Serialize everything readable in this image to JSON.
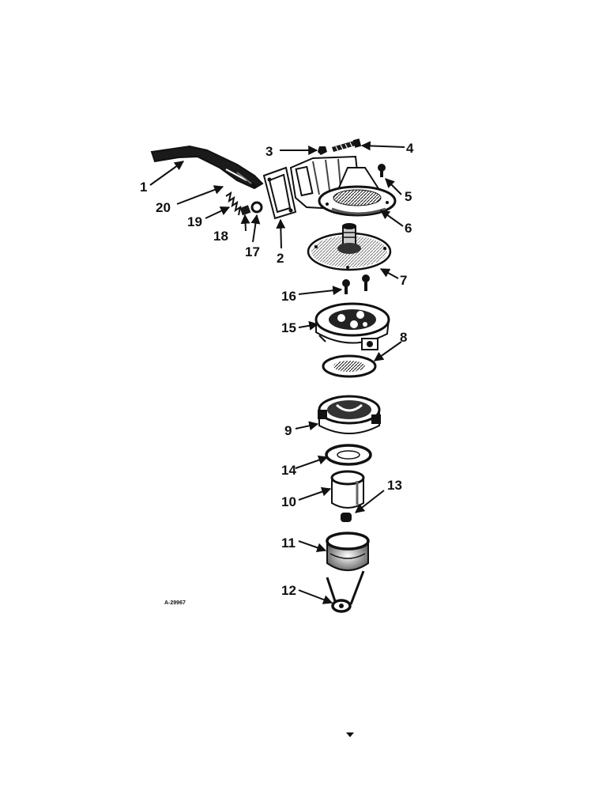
{
  "diagram": {
    "reference_code": "A-29967",
    "callouts": [
      "1",
      "2",
      "3",
      "4",
      "5",
      "6",
      "7",
      "8",
      "9",
      "10",
      "11",
      "12",
      "13",
      "14",
      "15",
      "16",
      "17",
      "18",
      "19",
      "20"
    ]
  }
}
